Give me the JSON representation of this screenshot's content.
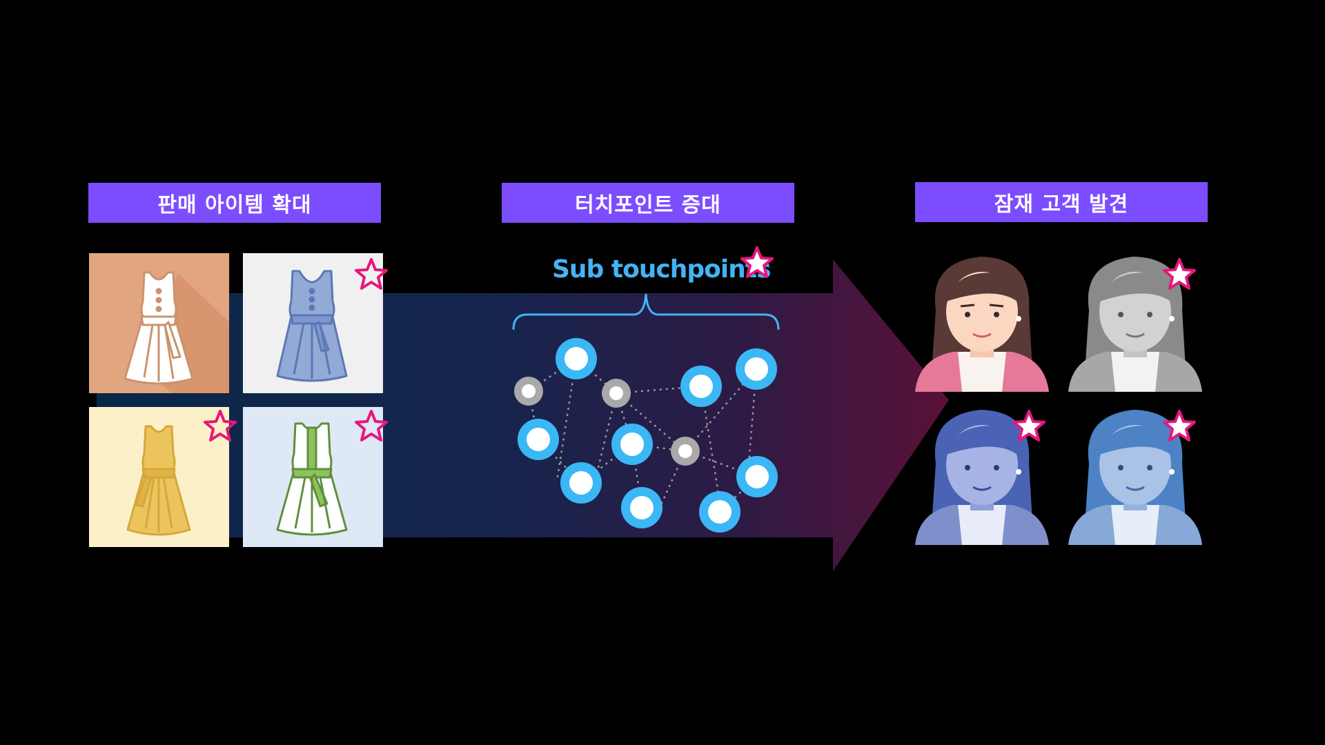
{
  "headers": {
    "items": "판매 아이템 확대",
    "touchpoints": "터치포인트 증대",
    "customers": "잠재 고객 발견"
  },
  "network": {
    "label": "Sub touchpoints"
  },
  "colors": {
    "header_bg": "#7c4dff",
    "accent_text": "#42b4f5",
    "star": "#e6177d",
    "node_primary": "#3bb7f5",
    "node_secondary": "#a9a9a9"
  },
  "icons": {
    "star": "star-icon",
    "dress": "dress-icon",
    "person": "woman-portrait-icon"
  }
}
